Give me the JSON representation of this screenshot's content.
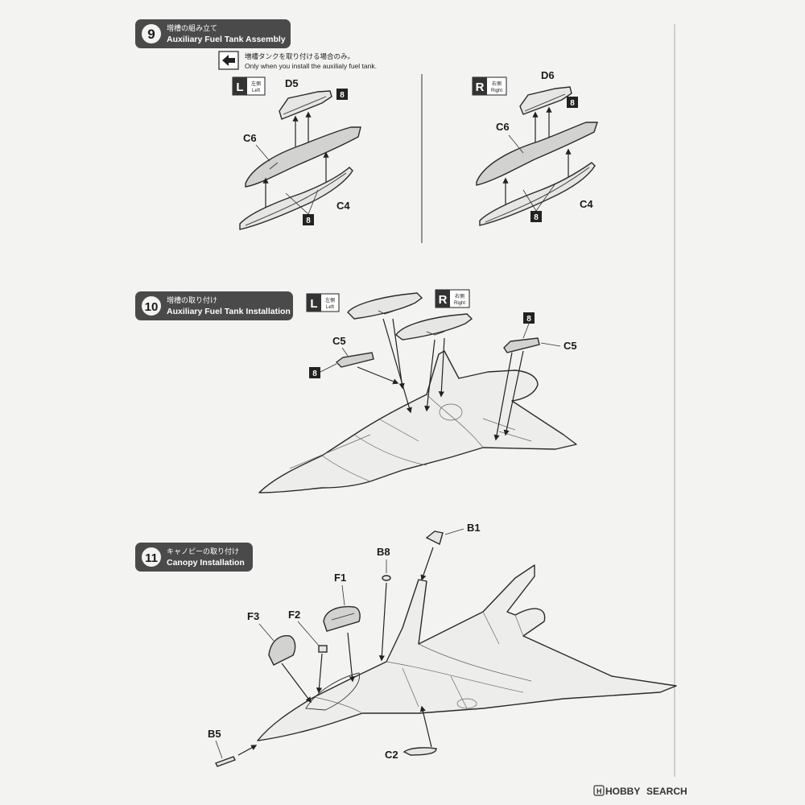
{
  "steps": [
    {
      "number": "9",
      "title_jp": "増槽の組み立て",
      "title_en": "Auxiliary Fuel Tank Assembly"
    },
    {
      "number": "10",
      "title_jp": "増槽の取り付け",
      "title_en": "Auxiliary Fuel Tank Installation"
    },
    {
      "number": "11",
      "title_jp": "キャノピーの取り付け",
      "title_en": "Canopy Installation"
    }
  ],
  "note": {
    "jp": "増槽タンクを取り付ける場合のみ。",
    "en": "Only when you install the auxilialy fuel tank."
  },
  "sides": {
    "left": {
      "letter": "L",
      "jp": "左側",
      "en": "Left"
    },
    "right": {
      "letter": "R",
      "jp": "右側",
      "en": "Right"
    }
  },
  "glue_number": "8",
  "parts": {
    "D5": "D5",
    "D6": "D6",
    "C6": "C6",
    "C4": "C4",
    "C5": "C5",
    "B1": "B1",
    "B8": "B8",
    "F1": "F1",
    "F2": "F2",
    "F3": "F3",
    "B5": "B5",
    "C2": "C2"
  },
  "watermark": {
    "brand": "HOBBY",
    "suffix": "SEARCH"
  },
  "colors": {
    "ink": "#1a1a1a",
    "paper": "#f3f3f1",
    "header": "#4a4a4a"
  }
}
